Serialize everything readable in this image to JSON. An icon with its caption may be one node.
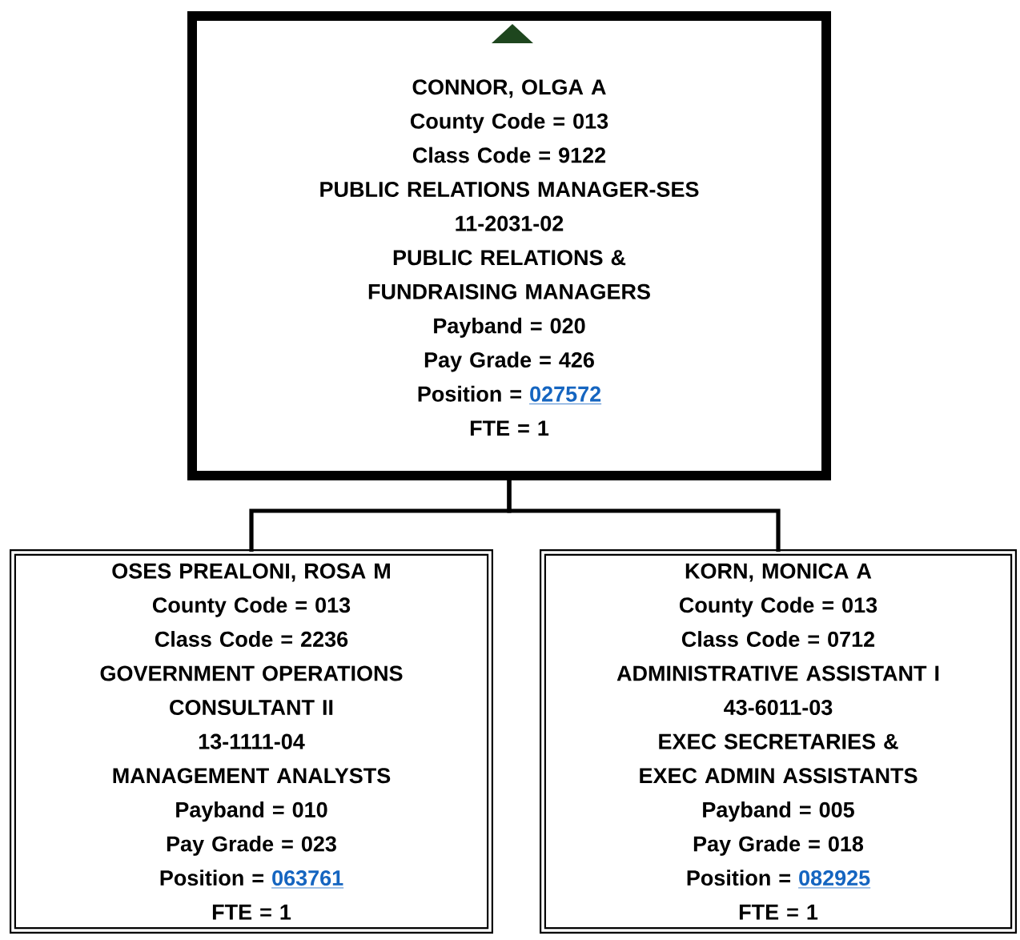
{
  "diagram": {
    "nodes": [
      {
        "text": [
          "CONNOR, OLGA A",
          "County Code = 013",
          "Class Code = 9122",
          "PUBLIC RELATIONS MANAGER-SES",
          "11-2031-02",
          "PUBLIC RELATIONS & FUNDRAISING MANAGERS",
          "Payband = 020",
          "Pay Grade = 426",
          "Position =",
          "027572",
          "FTE = 1"
        ]
      },
      {
        "text": [
          "OSES PREALONI, ROSA M",
          "County Code = 013",
          "Class Code = 2236",
          "GOVERNMENT OPERATIONS CONSULTANT II",
          "13-1111-04",
          "MANAGEMENT ANALYSTS",
          "Payband = 010",
          "Pay Grade = 023",
          "Position =",
          "063761",
          "FTE = 1"
        ]
      },
      {
        "text": [
          "KORN, MONICA A",
          "County Code = 013",
          "Class Code = 0712",
          "ADMINISTRATIVE ASSISTANT I",
          "43-6011-03",
          "EXEC SECRETARIES & EXEC ADMIN ASSISTANTS",
          "Payband = 005",
          "Pay Grade = 018",
          "Position =",
          "082925",
          "FTE = 1"
        ]
      }
    ],
    "edges": [
      {
        "from": 0,
        "to": 1,
        "arrow": "none"
      },
      {
        "from": 0,
        "to": 2,
        "arrow": "none"
      }
    ]
  }
}
